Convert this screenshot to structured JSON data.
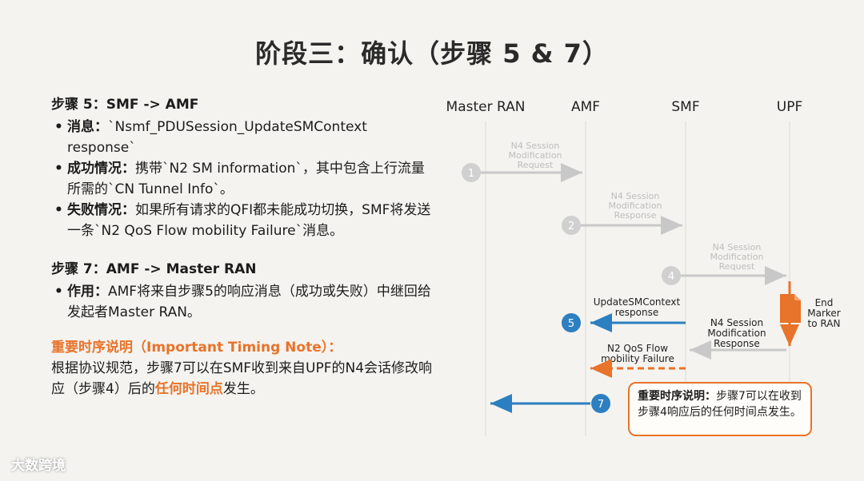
{
  "title": "阶段三：确认（步骤 5 & 7）",
  "step5": {
    "heading": "步骤 5：SMF -> AMF",
    "items": [
      {
        "key": "消息：",
        "text": "`Nsmf_PDUSession_UpdateSMContext response`"
      },
      {
        "key": "成功情况：",
        "text": "携带`N2 SM information`，其中包含上行流量所需的`CN Tunnel Info`。"
      },
      {
        "key": "失败情况：",
        "text": "如果所有请求的QFI都未能成功切换，SMF将发送一条`N2 QoS Flow mobility Failure`消息。"
      }
    ]
  },
  "step7": {
    "heading": "步骤 7：AMF -> Master RAN",
    "items": [
      {
        "key": "作用：",
        "text": "AMF将来自步骤5的响应消息（成功或失败）中继回给发起者Master RAN。"
      }
    ]
  },
  "note": {
    "heading": "重要时序说明（Important Timing Note）：",
    "body_before": "根据协议规范，步骤7可以在SMF收到来自UPF的N4会话修改响应（步骤4）后的",
    "highlight": "任何时间点",
    "body_after": "发生。"
  },
  "diagram": {
    "lanes": [
      "Master RAN",
      "AMF",
      "SMF",
      "UPF"
    ],
    "messages": [
      {
        "num": "1",
        "label": "N4 Session Modification Request"
      },
      {
        "num": "2",
        "label": "N4 Session Modification Response"
      },
      {
        "num": "4",
        "label": "N4 Session Modification Request"
      },
      {
        "num": "5",
        "label": "UpdateSMContext response"
      },
      {
        "num": "",
        "label": "N4 Session Modification Response"
      },
      {
        "num": "",
        "label": "N2 QoS Flow mobility Failure"
      },
      {
        "num": "7",
        "label": ""
      }
    ],
    "end_marker": "End Marker to RAN",
    "callout_key": "重要时序说明：",
    "callout_text": "步骤7可以在收到步骤4响应后的任何时间点发生。"
  },
  "footer": "大数跨境",
  "colors": {
    "accent": "#e8732a",
    "blue": "#2c7fc0",
    "grey": "#c8c8c8"
  }
}
